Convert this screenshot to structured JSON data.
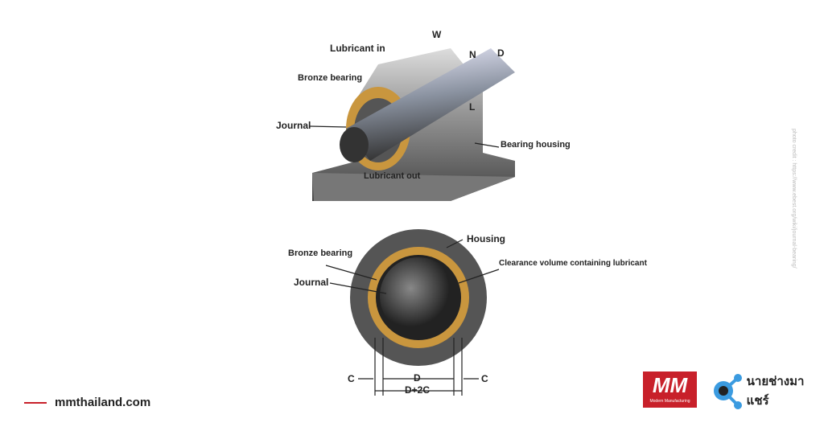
{
  "top_diagram": {
    "labels": [
      "Lubricant in",
      "W",
      "N",
      "D",
      "Bronze bearing",
      "Journal",
      "L",
      "Bearing housing",
      "Lubricant out"
    ]
  },
  "bottom_diagram": {
    "labels": [
      "Housing",
      "Bronze bearing",
      "Journal",
      "Clearance volume containing lubricant",
      "C",
      "D",
      "C",
      "D+2C"
    ]
  },
  "credit": "photo credit : https://www.ebest.org/wiki/journal-bearing/",
  "site": "mmthailand.com",
  "logos": {
    "mm": "MM",
    "mm_sub": "Modern Manufacturing",
    "nai": "นายช่างมาแชร์"
  },
  "colors": {
    "accent": "#c8202a",
    "bronze": "#c9963e"
  }
}
